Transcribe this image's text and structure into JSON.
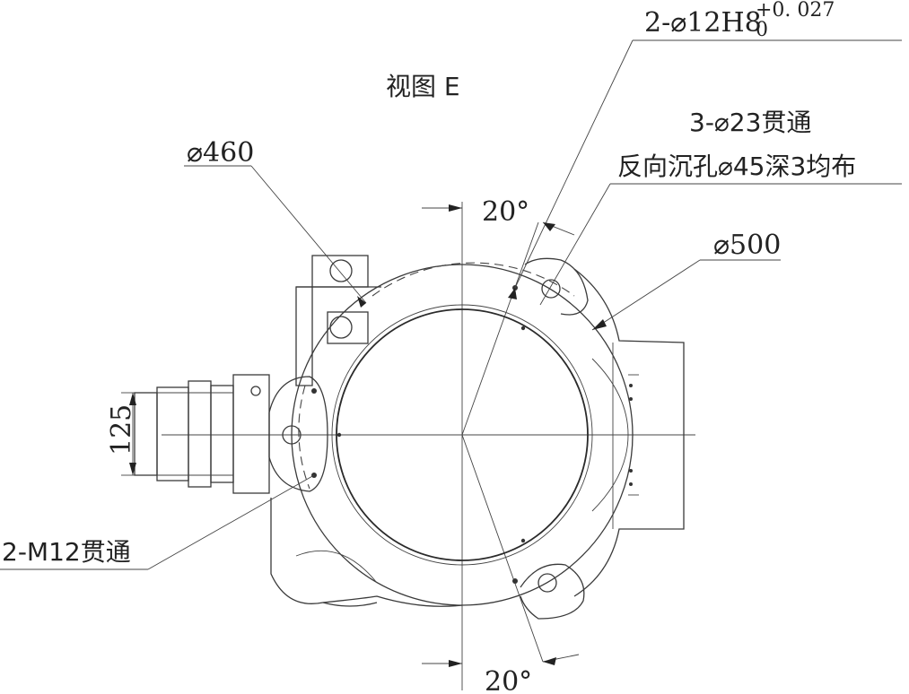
{
  "view_title": "视图 E",
  "dims": {
    "dia460": "⌀460",
    "dia500": "⌀500",
    "pin_holes_base": "2-⌀12H8",
    "pin_holes_sup": "+0. 027",
    "pin_holes_sub": "0",
    "thru_holes_line1": "3-⌀23贯通",
    "thru_holes_line2": "反向沉孔⌀45深3均布",
    "angle_top": "20°",
    "angle_bottom": "20°",
    "height_125": "125",
    "tapped_holes": "2-M12贯通"
  },
  "colors": {
    "line": "#3a3a3a",
    "text": "#222222",
    "background": "#ffffff"
  }
}
